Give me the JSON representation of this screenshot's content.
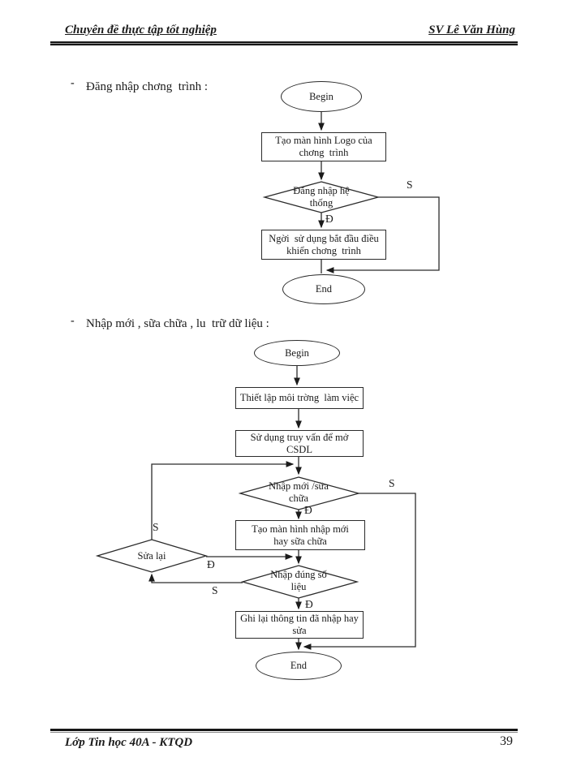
{
  "header": {
    "left_title": "Chuyên đề thực tập tốt nghiệp",
    "right_author": "SV Lê Văn Hùng"
  },
  "sections": [
    {
      "marker": "-",
      "label": "Đăng nhập chơng  trình :"
    },
    {
      "marker": "-",
      "label": "Nhập mới , sữa chữa , lu  trữ dữ liệu :"
    }
  ],
  "flowchart1": {
    "begin": "Begin",
    "step_logo": "Tạo màn hình Logo của\nchơng  trình",
    "decision_login": "Đăng nhập hệ\nthống",
    "step_control": "Ngời  sử dụng bắt đầu điều\nkhiển chơng  trình",
    "end": "End",
    "label_no": "S",
    "label_yes": "Đ"
  },
  "flowchart2": {
    "begin": "Begin",
    "step_env": "Thiết lập môi trờng  làm việc",
    "step_query": "Sử dụng truy vấn để mở\nCSDL",
    "decision_mode": "Nhập mới /sữa\nchữa",
    "step_screen": "Tạo màn hình nhập mới\nhay sữa chữa",
    "decision_valid": "Nhập đúng số\nliệu",
    "decision_redo": "Sửa lại",
    "step_save": "Ghi lại thông tin đã nhập hay\nsửa",
    "end": "End",
    "mode_no": "S",
    "mode_yes": "Đ",
    "valid_no": "S",
    "valid_yes": "Đ",
    "redo_no": "S",
    "redo_yes": "Đ"
  },
  "footer": {
    "left_text": "Lớp Tin học 40A - KTQD",
    "page_number": "39"
  },
  "colors": {
    "ink": "#1b1b1b",
    "line": "#2b2b2b",
    "paper": "#ffffff"
  }
}
